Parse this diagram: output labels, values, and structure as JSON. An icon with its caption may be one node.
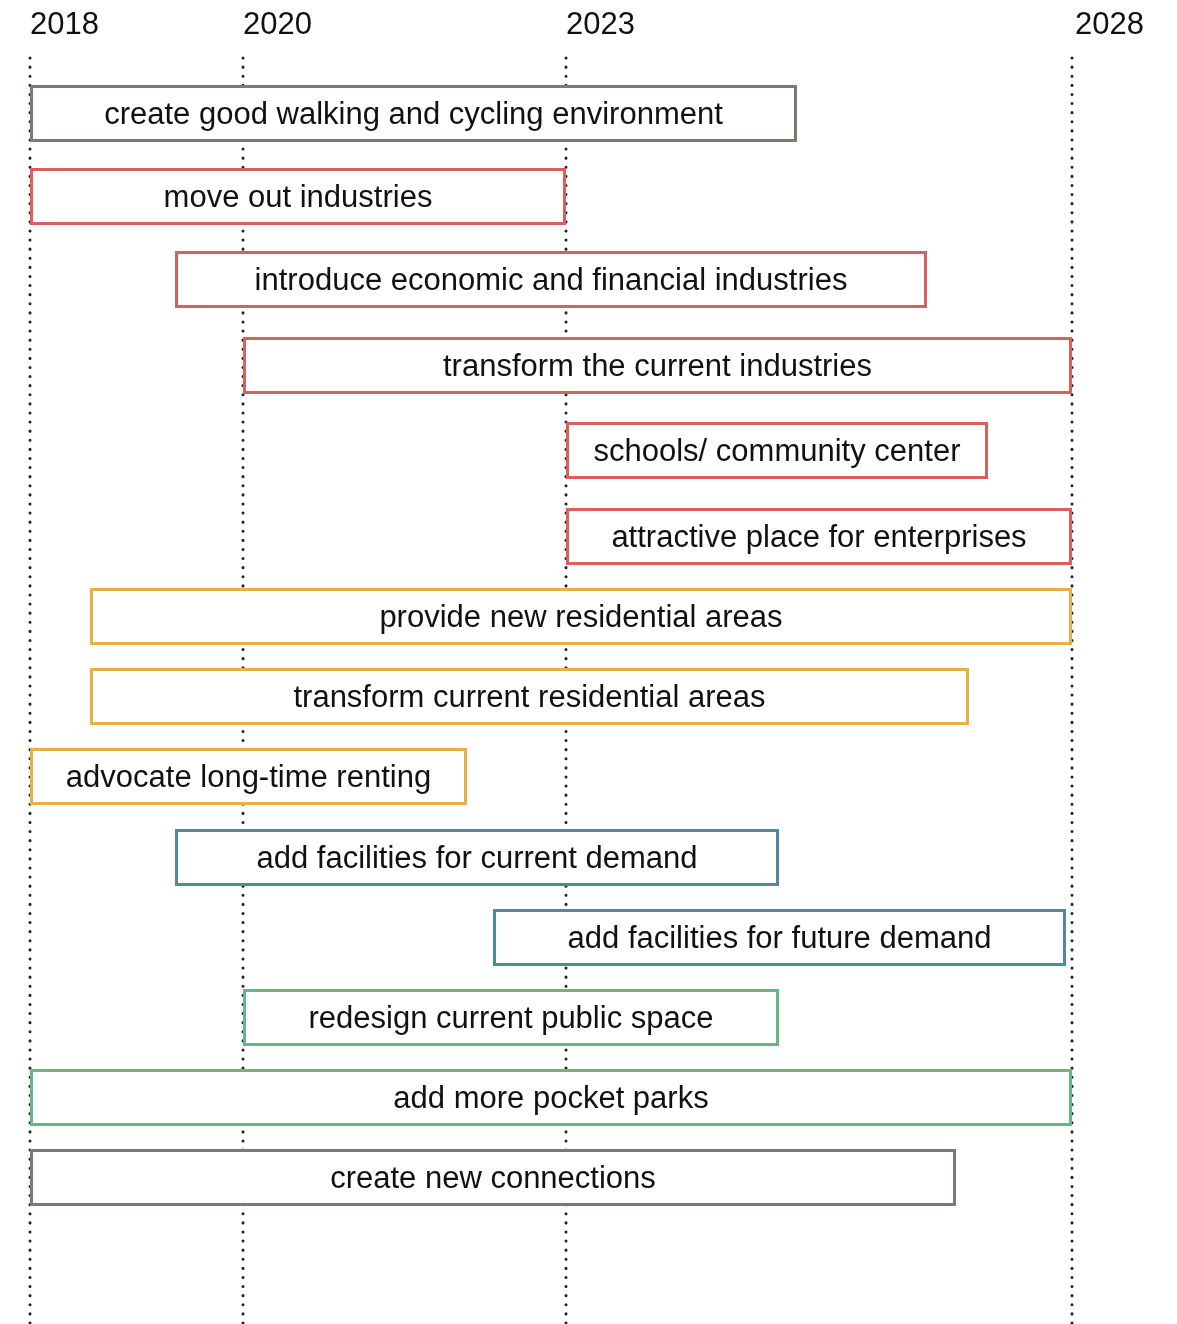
{
  "diagram": {
    "nodes": [
      {
        "text": [
          "create good walking and cycling environment"
        ]
      },
      {
        "text": [
          "move out industries"
        ]
      },
      {
        "text": [
          "introduce economic and financial industries"
        ]
      },
      {
        "text": [
          "transform the current industries"
        ]
      },
      {
        "text": [
          "schools/ community center"
        ]
      },
      {
        "text": [
          "attractive place for enterprises"
        ]
      },
      {
        "text": [
          "provide new residential areas"
        ]
      },
      {
        "text": [
          "transform current residential areas"
        ]
      },
      {
        "text": [
          "advocate long-time renting"
        ]
      },
      {
        "text": [
          "add facilities for current demand"
        ]
      },
      {
        "text": [
          "add facilities for future demand"
        ]
      },
      {
        "text": [
          "redesign current public space"
        ]
      },
      {
        "text": [
          "add more pocket parks"
        ]
      },
      {
        "text": [
          "create new connections"
        ]
      }
    ],
    "labels": [
      "2018",
      "2020",
      "2023",
      "2028"
    ]
  }
}
